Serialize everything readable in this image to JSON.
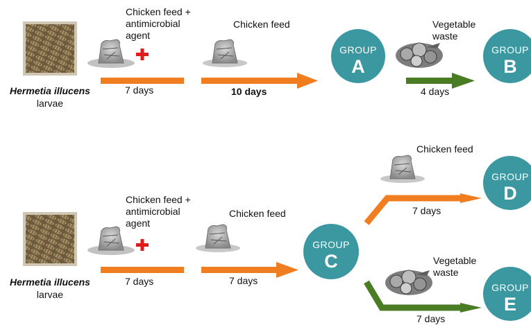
{
  "colors": {
    "orange": "#f07d1f",
    "green": "#4a7c23",
    "group_teal": "#3b98a1"
  },
  "icons": {
    "larvae": "larvae-photo-icon",
    "feed": "chicken-feed-sack-icon",
    "antimicrobial": "red-cross-icon",
    "vegetables": "vegetable-waste-icon"
  },
  "top": {
    "species_name": "Hermetia illucens",
    "species_stage": "larvae",
    "step1_label": "Chicken feed +\nantimicrobial\nagent",
    "step1_duration": "7 days",
    "step2_label": "Chicken feed",
    "step2_duration": "10 days",
    "group_a_word": "GROUP",
    "group_a_letter": "A",
    "step3_label": "Vegetable\nwaste",
    "step3_duration": "4 days",
    "group_b_word": "GROUP",
    "group_b_letter": "B"
  },
  "bottom": {
    "species_name": "Hermetia illucens",
    "species_stage": "larvae",
    "step1_label": "Chicken feed +\nantimicrobial\nagent",
    "step1_duration": "7 days",
    "step2_label": "Chicken feed",
    "step2_duration": "7 days",
    "group_c_word": "GROUP",
    "group_c_letter": "C",
    "branch_d_label": "Chicken feed",
    "branch_d_duration": "7 days",
    "group_d_word": "GROUP",
    "group_d_letter": "D",
    "branch_e_label": "Vegetable\nwaste",
    "branch_e_duration": "7 days",
    "group_e_word": "GROUP",
    "group_e_letter": "E"
  }
}
